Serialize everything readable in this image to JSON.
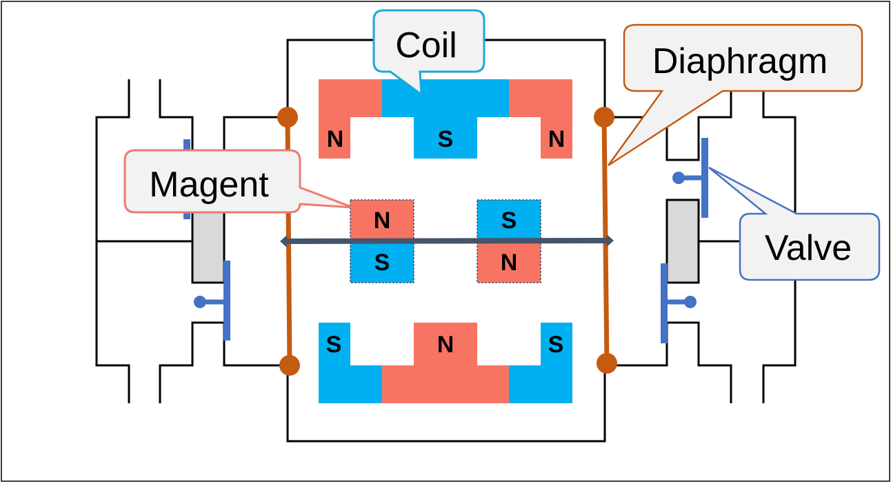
{
  "diagram": {
    "type": "electromagnetic diaphragm pump (cross-section)",
    "colors": {
      "north": "#F87462",
      "south": "#00B0F0",
      "diaphragm": "#C55A11",
      "valve": "#4472C4",
      "shaft": "#44546A",
      "valve_seat": "#D9D9D9",
      "outline": "#000000",
      "callout_fill": "#F2F2F2"
    },
    "callouts": {
      "coil": {
        "label": "Coil",
        "border_color": "#1CA7DC"
      },
      "diaphragm": {
        "label": "Diaphragm",
        "border_color": "#C55A11"
      },
      "magnet": {
        "label": "Magent",
        "border_color": "#EE7A6E"
      },
      "valve": {
        "label": "Valve",
        "border_color": "#4472C4"
      }
    },
    "coil_top": {
      "left_pole": "N",
      "center_pole": "S",
      "right_pole": "N"
    },
    "coil_bottom": {
      "left_pole": "S",
      "center_pole": "N",
      "right_pole": "S"
    },
    "moving_magnets": {
      "left": {
        "top": "N",
        "bottom": "S"
      },
      "right": {
        "top": "S",
        "bottom": "N"
      }
    }
  }
}
